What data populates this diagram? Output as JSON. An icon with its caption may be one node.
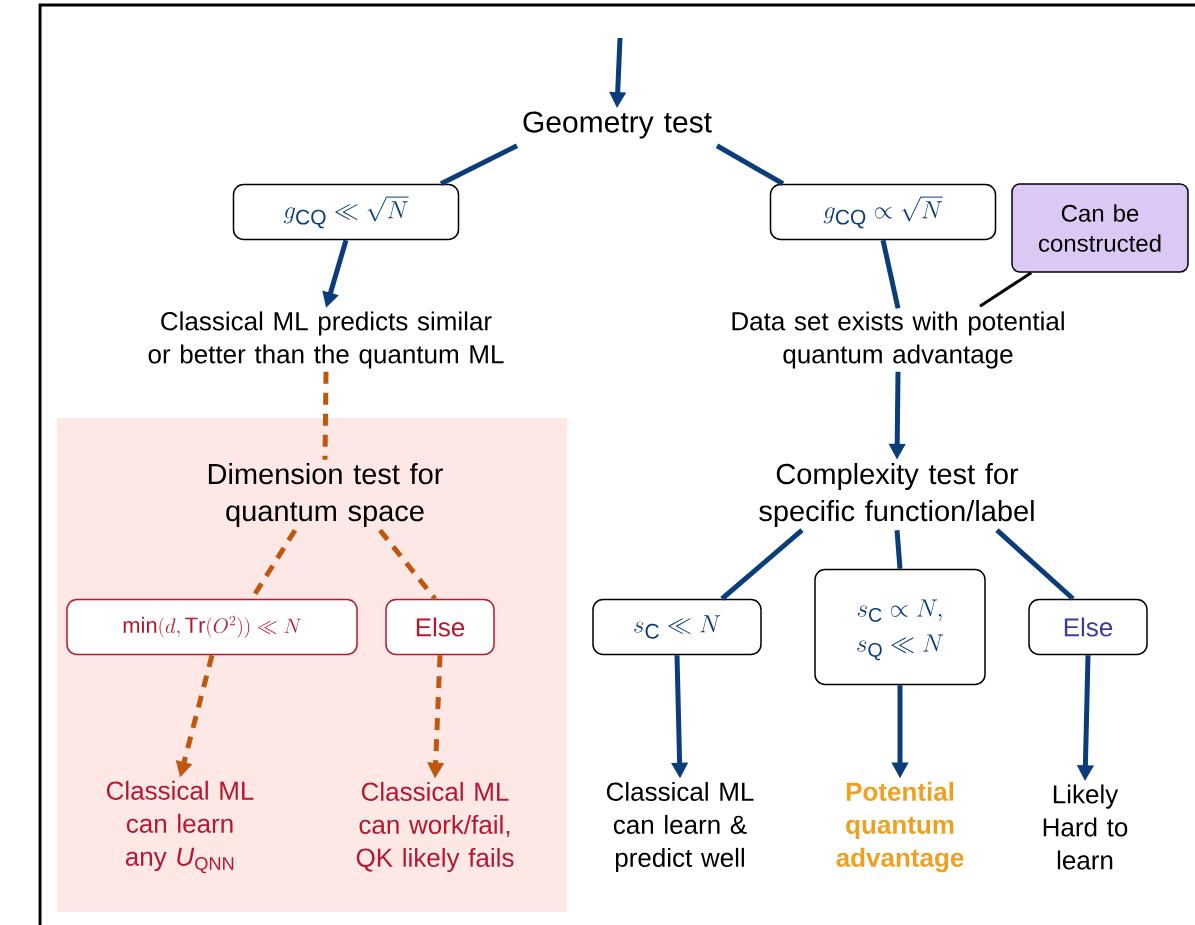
{
  "diagram": {
    "nodes": [
      {
        "text": [
          "Geometry test"
        ]
      },
      {
        "text": [
          "g_{\\mathrm{CQ}} \\ll \\sqrt{N}"
        ]
      },
      {
        "text": [
          "g_{\\mathrm{CQ}} \\propto \\sqrt{N}"
        ]
      },
      {
        "text": [
          "Can be constructed"
        ]
      },
      {
        "text": [
          "Classical ML predicts similar or better than the quantum ML"
        ]
      },
      {
        "text": [
          "Data set exists with potential quantum advantage"
        ]
      },
      {
        "text": [],
        "shape": "box"
      },
      {
        "text": [
          "Dimension test for quantum space"
        ],
        "in": 6
      },
      {
        "text": [
          "\\min(d, \\mathrm{Tr}(O^2)) \\ll N"
        ],
        "in": 6
      },
      {
        "text": [
          "Else"
        ],
        "in": 6
      },
      {
        "text": [
          "Classical ML can learn any *U*$_{QNN}$"
        ],
        "in": 6
      },
      {
        "text": [
          "Classical ML can work/fail, QK likely fails"
        ],
        "in": 6
      },
      {
        "text": [
          "Complexity test for specific function/label"
        ]
      },
      {
        "text": [
          "s_{\\mathrm{C}} \\ll N"
        ]
      },
      {
        "text": [
          "\\begin{array}{c} s_{\\mathrm{C}} \\propto N, \\\\ s_{\\mathrm{Q}} \\ll N \\end{array}"
        ]
      },
      {
        "text": [
          "Else"
        ]
      },
      {
        "text": [
          "Classical ML can learn & predict well"
        ]
      },
      {
        "text": [
          "Potential quantum advantage"
        ]
      },
      {
        "text": [
          "Likely Hard to learn"
        ]
      }
    ],
    "edges": [
      {
        "from": null,
        "to": 0,
        "arrow": "to"
      },
      {
        "from": 0,
        "to": 1,
        "arrow": "none"
      },
      {
        "from": 0,
        "to": 2,
        "arrow": "none"
      },
      {
        "from": 1,
        "to": 4,
        "arrow": "to"
      },
      {
        "from": 2,
        "to": 5,
        "arrow": "none"
      },
      {
        "from": 3,
        "to": 5,
        "arrow": "none",
        "color": "#000000"
      },
      {
        "from": 4,
        "to": 7,
        "arrow": "none",
        "style": "dashed",
        "color": "#c0570f"
      },
      {
        "from": 5,
        "to": 12,
        "arrow": "to"
      },
      {
        "from": 7,
        "to": 8,
        "arrow": "none",
        "style": "dashed",
        "color": "#c0570f"
      },
      {
        "from": 7,
        "to": 9,
        "arrow": "none",
        "style": "dashed",
        "color": "#c0570f"
      },
      {
        "from": 8,
        "to": 10,
        "arrow": "to",
        "style": "dashed",
        "color": "#c0570f"
      },
      {
        "from": 9,
        "to": 11,
        "arrow": "to",
        "style": "dashed",
        "color": "#c0570f"
      },
      {
        "from": 12,
        "to": 13,
        "arrow": "none"
      },
      {
        "from": 12,
        "to": 14,
        "arrow": "none"
      },
      {
        "from": 12,
        "to": 15,
        "arrow": "none"
      },
      {
        "from": 13,
        "to": 16,
        "arrow": "to"
      },
      {
        "from": 14,
        "to": 17,
        "arrow": "to"
      },
      {
        "from": 15,
        "to": 18,
        "arrow": "to"
      }
    ]
  }
}
